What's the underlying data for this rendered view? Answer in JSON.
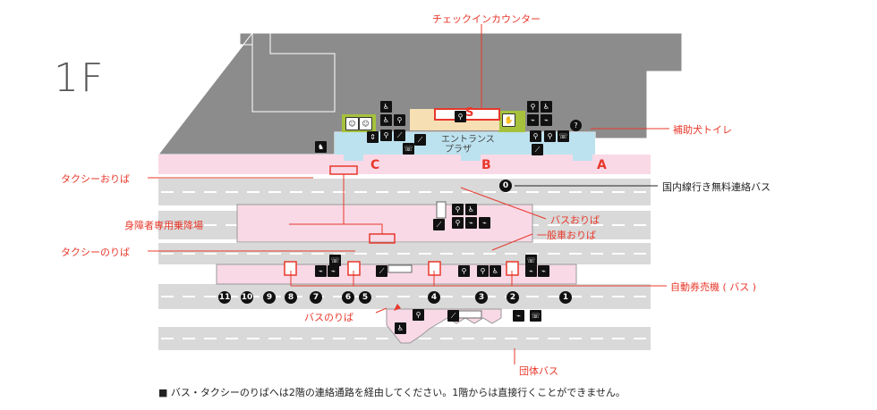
{
  "floor": "1F",
  "labels": {
    "checkin": "チェックインカウンター",
    "assist_dog_toilet": "補助犬トイレ",
    "taxi_dropoff": "タクシーおりば",
    "bus_shuttle": "国内線行き無料連絡バス",
    "disabled_boarding": "身障者専用乗降場",
    "bus_dropoff": "バスおりば",
    "general_dropoff": "一般車おりば",
    "taxi_pickup": "タクシーのりば",
    "ticket_machine": "自動券売機 ( バス )",
    "bus_pickup": "バスのりば",
    "group_bus": "団体バス",
    "entrance_plaza_1": "エントランス",
    "entrance_plaza_2": "プラザ",
    "s_marker": "S"
  },
  "doors": [
    "C",
    "B",
    "A"
  ],
  "shuttle_stop": "0",
  "bus_stops": [
    "11",
    "10",
    "9",
    "8",
    "7",
    "6",
    "5",
    "4",
    "3",
    "2",
    "1"
  ],
  "note": "■ バス・タクシーのりばへは2階の連絡通路を経由してください。1階からは直接行くことができません。",
  "colors": {
    "building": "#8c8c8c",
    "pink": "#f9d9e6",
    "road": "#d9d9d9",
    "accent": "#e8382b",
    "green": "#a6c23c",
    "blue": "#bde2ef"
  }
}
